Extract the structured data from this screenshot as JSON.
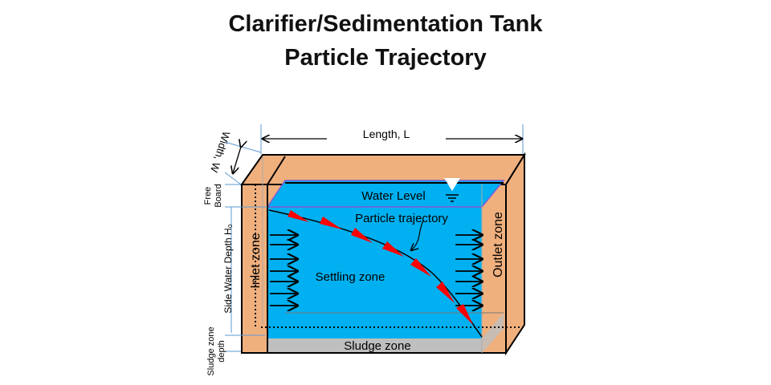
{
  "title": {
    "line1": "Clarifier/Sedimentation Tank",
    "line2": "Particle Trajectory"
  },
  "labels": {
    "length": "Length, L",
    "width": "Width, W",
    "free_board_1": "Free",
    "free_board_2": "Board",
    "side_water_depth": "Side Water Depth H₀",
    "sludge_depth_1": "Sludge zone",
    "sludge_depth_2": "depth",
    "water_level": "Water Level",
    "particle_trajectory": "Particle trajectory",
    "inlet_zone": "Inlet zone",
    "outlet_zone": "Outlet zone",
    "settling_zone": "Settling zone",
    "sludge_zone": "Sludge zone"
  },
  "colors": {
    "wall": "#f0b07e",
    "water": "#00b0f0",
    "sludge": "#bfbfbf",
    "particle": "#ff0000",
    "guide": "#5b9bd5"
  }
}
